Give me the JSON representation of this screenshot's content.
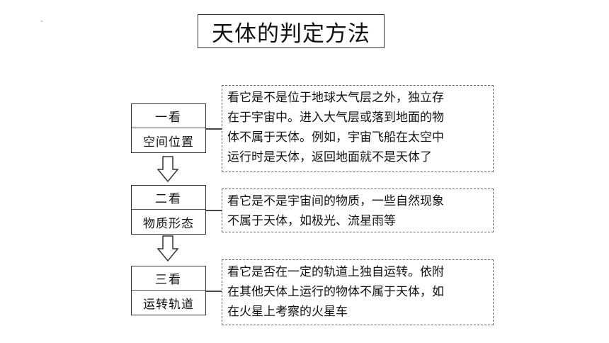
{
  "title": "天体的判定方法",
  "steps": [
    {
      "head": "一看",
      "sub": "空间位置",
      "desc_lines": [
        "看它是不是位于地球大气层之外，独立存",
        "在于宇宙中。进入大气层或落到地面的物",
        "体不属于天体。例如，宇宙飞船在太空中",
        "运行时是天体，返回地面就不是天体了"
      ]
    },
    {
      "head": "二看",
      "sub": "物质形态",
      "desc_lines": [
        "看它是不是宇宙间的物质，一些自然现象",
        "不属于天体，如极光、流星雨等"
      ]
    },
    {
      "head": "三看",
      "sub": "运转轨道",
      "desc_lines": [
        "看它是否在一定的轨道上独自运转。依附",
        "在其他天体上运行的物体不属于天体，如",
        "在火星上考察的火星车"
      ]
    }
  ],
  "colors": {
    "line": "#333333",
    "dashed_border": "#666666",
    "text": "#111111"
  }
}
